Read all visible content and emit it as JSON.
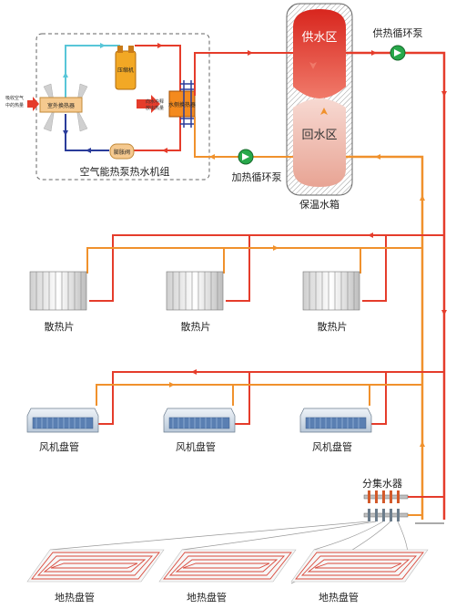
{
  "heat_pump_unit": {
    "title": "空气能热泵热水机组",
    "outdoor_exchanger": "室外换热器",
    "compressor": "压缩机",
    "water_exchanger": "水侧换热器",
    "expansion_valve": "膨胀阀",
    "air_heat_label": [
      "吸收空气",
      "中的热量"
    ],
    "release_heat_label": [
      "向水中释",
      "放出热量"
    ]
  },
  "tank": {
    "title": "保温水箱",
    "supply_zone": "供水区",
    "return_zone": "回水区"
  },
  "pumps": {
    "supply_pump": "供热循环泵",
    "heating_pump": "加热循环泵"
  },
  "terminals": {
    "radiators": [
      "散热片",
      "散热片",
      "散热片"
    ],
    "fan_coils": [
      "风机盘管",
      "风机盘管",
      "风机盘管"
    ],
    "floor_coils": [
      "地热盘管",
      "地热盘管",
      "地热盘管"
    ],
    "manifold": "分集水器"
  },
  "colors": {
    "hot": "#e53c2b",
    "return": "#f0912c",
    "refrigerant_hot": "#e53c2b",
    "refrigerant_cold": "#2a3c9a",
    "refrigerant_cool": "#58c6d8",
    "pump_green": "#27a84a"
  }
}
